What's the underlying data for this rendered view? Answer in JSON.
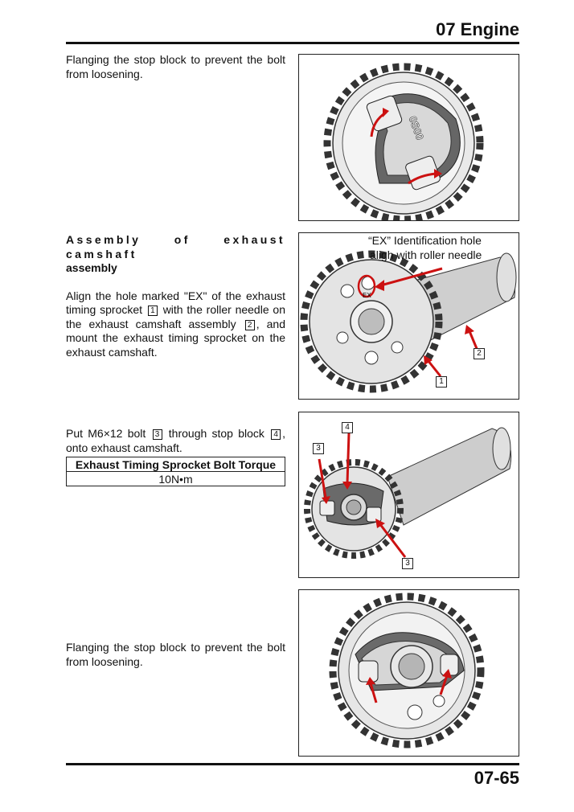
{
  "header": {
    "chapter": "07 Engine"
  },
  "footer": {
    "page": "07-65"
  },
  "steps": [
    {
      "text": "Flanging the stop block to prevent the bolt from loosening."
    },
    {
      "heading_line1": "Assembly of exhaust camshaft",
      "heading_line2": "assembly",
      "text_a": "Align the hole marked \"EX\" of the exhaust timing sprocket",
      "ref1": "1",
      "text_b": "with the roller needle on the exhaust camshaft assembly",
      "ref2": "2",
      "text_c": ", and mount the exhaust timing sprocket on the exhaust camshaft."
    },
    {
      "text_a": "Put M6×12 bolt",
      "ref3": "3",
      "text_b": "through stop block",
      "ref4": "4",
      "text_c": ", onto exhaust camshaft.",
      "torque_header": "Exhaust Timing Sprocket Bolt Torque",
      "torque_value": "10N•m"
    },
    {
      "text": "Flanging the stop block to prevent the bolt from loosening."
    }
  ],
  "figures": {
    "fig1": {
      "sprocket_mark": "0S00"
    },
    "fig2": {
      "callout_line1": "“EX” Identification hole",
      "callout_line2": "aligh with roller needle",
      "tag_a": "2",
      "tag_b": "1",
      "sprocket_mark": "EX"
    },
    "fig3": {
      "tag_top_left": "3",
      "tag_top": "4",
      "tag_bottom": "3"
    }
  },
  "colors": {
    "arrow": "#cc1111",
    "line": "#111111",
    "part_fill": "#e6e6e6",
    "part_shadow": "#9a9a9a"
  }
}
